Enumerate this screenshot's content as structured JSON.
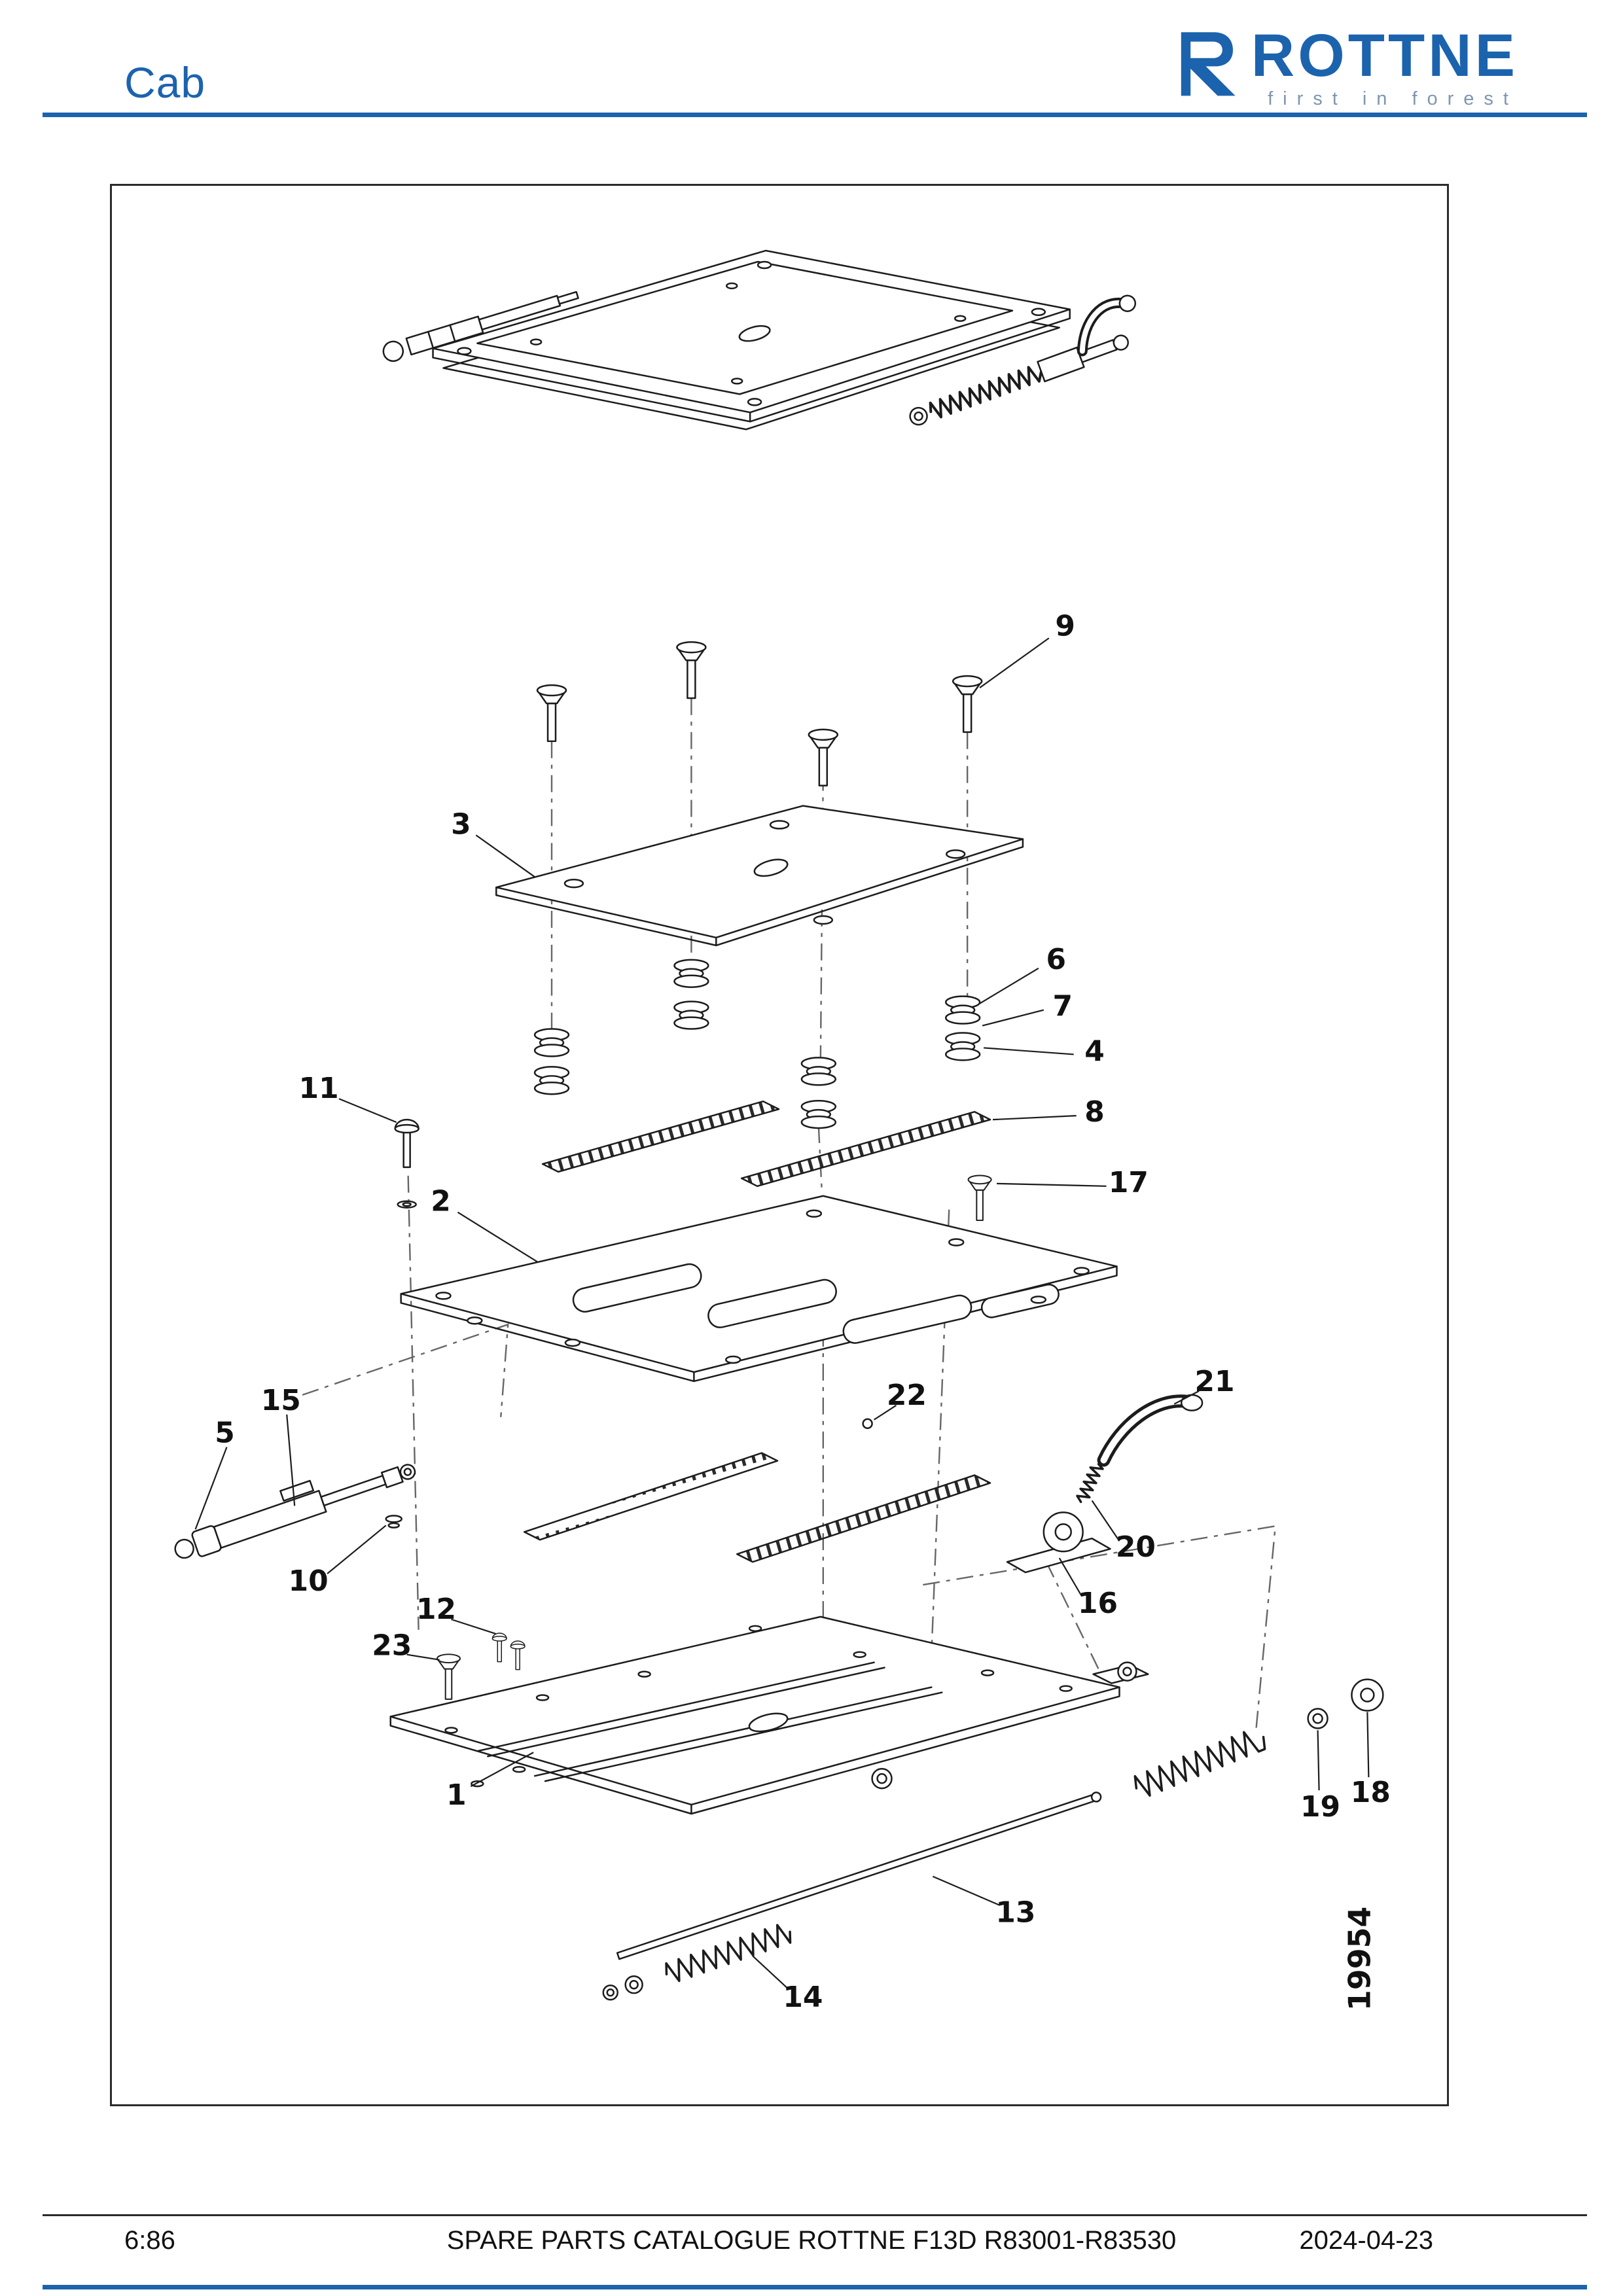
{
  "header": {
    "section_title": "Cab"
  },
  "logo": {
    "mark_icon": "rottne-r-mark",
    "brand": "ROTTNE",
    "tagline": "first in forest"
  },
  "colors": {
    "brand_blue": "#1C63AE",
    "tagline_blue_gray": "#7E96B2",
    "rule_dark": "#2B2B2B",
    "diagram_stroke": "#1C1C1C"
  },
  "diagram": {
    "figure_number": "19954",
    "part_labels": {
      "p1": "1",
      "p2": "2",
      "p3": "3",
      "p4": "4",
      "p5": "5",
      "p6": "6",
      "p7": "7",
      "p8": "8",
      "p9": "9",
      "p10": "10",
      "p11": "11",
      "p12": "12",
      "p13": "13",
      "p14": "14",
      "p15": "15",
      "p16": "16",
      "p17": "17",
      "p18": "18",
      "p19": "19",
      "p20": "20",
      "p21": "21",
      "p22": "22",
      "p23": "23"
    }
  },
  "footer": {
    "page_number": "6:86",
    "title": "SPARE PARTS CATALOGUE ROTTNE F13D R83001-R83530",
    "date": "2024-04-23"
  }
}
